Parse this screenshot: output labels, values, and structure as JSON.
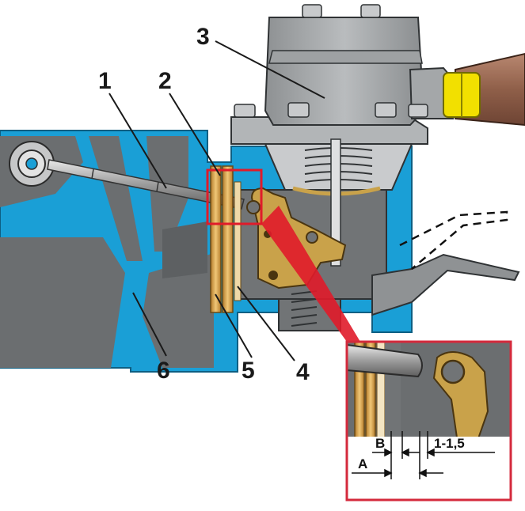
{
  "callouts": [
    "1",
    "2",
    "3",
    "4",
    "5",
    "6"
  ],
  "inset": {
    "dim_a": "A",
    "dim_b": "B",
    "dim_gap": "1-1,5"
  },
  "colors": {
    "coolant_blue": "#1a9fd6",
    "casting_grey": "#6b6e70",
    "pump_body": "#a3a6a8",
    "gasket_gold": "#d9a24a",
    "lever_gold": "#c9a24a",
    "hose_brown": "#9b6a52",
    "fitting_yellow": "#f2e000",
    "inset_border": "#d42a3c",
    "highlight_red": "#e01b2a"
  }
}
